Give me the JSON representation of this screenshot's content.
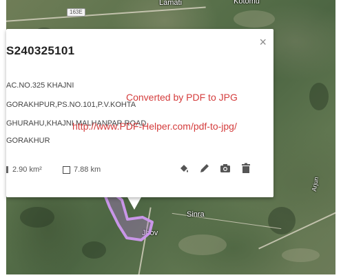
{
  "map": {
    "labels": {
      "top_center": "Lamati",
      "top_right": "Kotomu",
      "sinra": "Sinra",
      "lower_center": "Jhov",
      "right_edge": "Arjun"
    },
    "road_shield": "163E",
    "boundary_color": "#b57ad6"
  },
  "info_window": {
    "plot_id": "S240325101",
    "address_lines": [
      "AC.NO.325 KHAJNI",
      "GORAKHPUR,PS.NO.101,P.V.KOHTA",
      "GHURAHU,KHAJNI MALHANPAR ROAD",
      "GORAKHUR"
    ],
    "area": "2.90 km²",
    "perimeter": "7.88 km",
    "close_symbol": "×",
    "tools": [
      "paint-bucket-icon",
      "pencil-icon",
      "camera-icon",
      "trash-icon"
    ]
  },
  "watermark": {
    "line1": "Converted by PDF to JPG",
    "line2": "http://www.PDF-Helper.com/pdf-to-jpg/"
  }
}
